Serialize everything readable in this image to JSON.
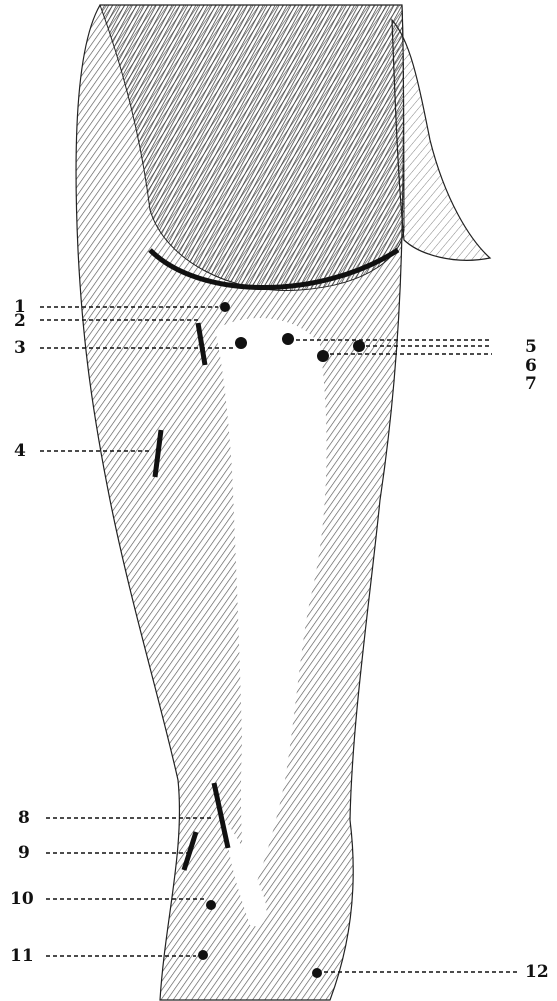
{
  "figure": {
    "colors": {
      "ink": "#111111",
      "paper": "#ffffff",
      "shade": "#8a8a8a"
    },
    "markers": [
      {
        "label": "1",
        "kind": "point"
      },
      {
        "label": "2",
        "kind": "bar"
      },
      {
        "label": "3",
        "kind": "point"
      },
      {
        "label": "4",
        "kind": "bar"
      },
      {
        "label": "5",
        "kind": "point"
      },
      {
        "label": "6",
        "kind": "point"
      },
      {
        "label": "7",
        "kind": "point"
      },
      {
        "label": "8",
        "kind": "bar"
      },
      {
        "label": "9",
        "kind": "bar"
      },
      {
        "label": "10",
        "kind": "point"
      },
      {
        "label": "11",
        "kind": "point"
      },
      {
        "label": "12",
        "kind": "point"
      }
    ]
  }
}
